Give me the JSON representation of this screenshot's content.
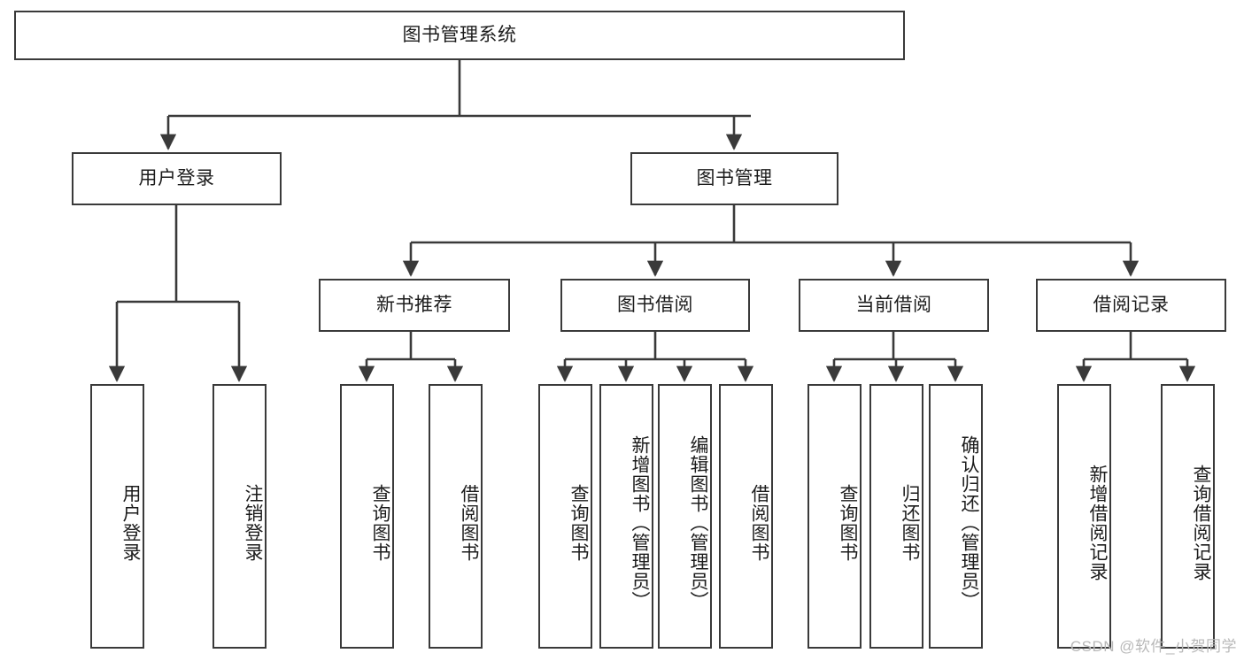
{
  "diagram": {
    "title": "图书管理系统",
    "watermark": "CSDN @软件_小贺同学",
    "line_color": "#3a3a3a",
    "box_border_color": "#3a3a3a",
    "box_fill_color": "#ffffff",
    "text_color": "#1c1c1c",
    "background_color": "#ffffff"
  },
  "nodes": {
    "root": {
      "label": "图书管理系统"
    },
    "level1": [
      {
        "label": "用户登录"
      },
      {
        "label": "图书管理"
      }
    ],
    "level2": [
      {
        "label": "新书推荐"
      },
      {
        "label": "图书借阅"
      },
      {
        "label": "当前借阅"
      },
      {
        "label": "借阅记录"
      }
    ],
    "leaves": {
      "user_login": [
        {
          "label": "用户登录"
        },
        {
          "label": "注销登录"
        }
      ],
      "new_book_recommend": [
        {
          "label": "查询图书"
        },
        {
          "label": "借阅图书"
        }
      ],
      "book_borrow": [
        {
          "label": "查询图书"
        },
        {
          "label": "新增图书（管理员）"
        },
        {
          "label": "编辑图书（管理员）"
        },
        {
          "label": "借阅图书"
        }
      ],
      "current_borrow": [
        {
          "label": "查询图书"
        },
        {
          "label": "归还图书"
        },
        {
          "label": "确认归还（管理员）"
        }
      ],
      "borrow_record": [
        {
          "label": "新增借阅记录"
        },
        {
          "label": "查询借阅记录"
        }
      ]
    }
  }
}
